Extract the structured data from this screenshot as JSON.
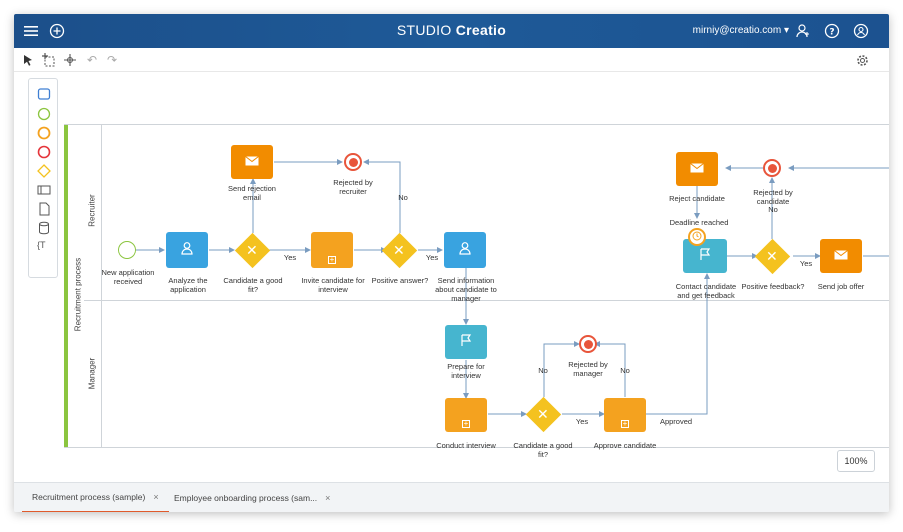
{
  "app": {
    "brand_prefix": "STUDIO ",
    "brand_name": "Creatio",
    "user_email": "mirniy@creatio.com"
  },
  "zoom": {
    "value": "100%"
  },
  "pool": {
    "label": "Recruitment process",
    "lanes": [
      "Recruiter",
      "Manager"
    ]
  },
  "nodes": {
    "start": "New application received",
    "analyze": "Analyze the application",
    "gw_fit": "Candidate a good fit?",
    "send_rejection": "Send rejection email",
    "rejected_recruiter": "Rejected by recruiter",
    "invite": "Invite candidate for interview",
    "gw_positive": "Positive answer?",
    "send_info": "Send information about candidate to manager",
    "prepare": "Prepare for interview",
    "conduct": "Conduct interview",
    "gw_good_fit": "Candidate a good fit?",
    "rejected_manager": "Rejected by manager",
    "approve": "Approve candidate",
    "reject_candidate": "Reject candidate",
    "rejected_candidate": "Rejected by candidate",
    "deadline": "Deadline reached",
    "contact": "Contact candidate and get feedback",
    "gw_feedback": "Positive feedback?",
    "send_offer": "Send job offer"
  },
  "flow_labels": {
    "yes": "Yes",
    "no": "No",
    "approved": "Approved"
  },
  "tabs": [
    {
      "label": "Recruitment process (sample)",
      "close": "×"
    },
    {
      "label": "Employee onboarding process (sam...",
      "close": "×"
    }
  ],
  "colors": {
    "header": "#1e5a98",
    "pool_accent": "#8bc53f",
    "task_blue": "#39a3e0",
    "task_orange": "#f4a21f",
    "end_event": "#e8553b",
    "active_tab": "#e05a2b"
  }
}
